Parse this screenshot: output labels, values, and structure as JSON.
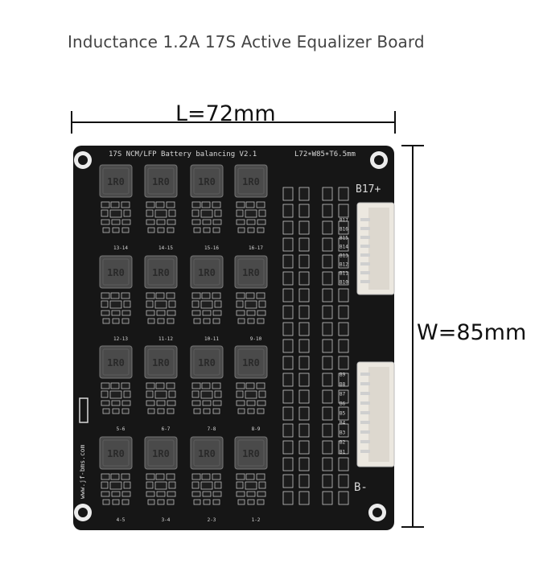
{
  "caption": "Inductance 1.2A 17S Active Equalizer Board",
  "dimensions": {
    "length_label": "L=72mm",
    "width_label": "W=85mm"
  },
  "board": {
    "header_silk": "17S NCM/LFP Battery balancing V2.1",
    "size_silk": "L72∗W85∗T6.5mm",
    "inductor_label": "1R0",
    "top_terminal_label": "B17+",
    "bottom_terminal_label": "B-",
    "side_silk": "www.jf-bms.com",
    "pair_labels": [
      "13-14",
      "14-15",
      "15-16",
      "16-17",
      "12-13",
      "11-12",
      "10-11",
      "9-10",
      "5-6",
      "6-7",
      "7-8",
      "8-9",
      "4-5",
      "3-4",
      "2-3",
      "1-2"
    ],
    "upper_pins": [
      "B17",
      "B16",
      "B15",
      "B14",
      "B13",
      "B12",
      "B11",
      "B10"
    ],
    "lower_pins": [
      "B9",
      "B8",
      "B7",
      "B6",
      "B5",
      "B4",
      "B3",
      "B2",
      "B1"
    ],
    "colors": {
      "pcb": "#161616",
      "silkscreen": "#d8d8d8",
      "inductor": "#4a4a4a",
      "connector": "#ece8e0"
    }
  }
}
